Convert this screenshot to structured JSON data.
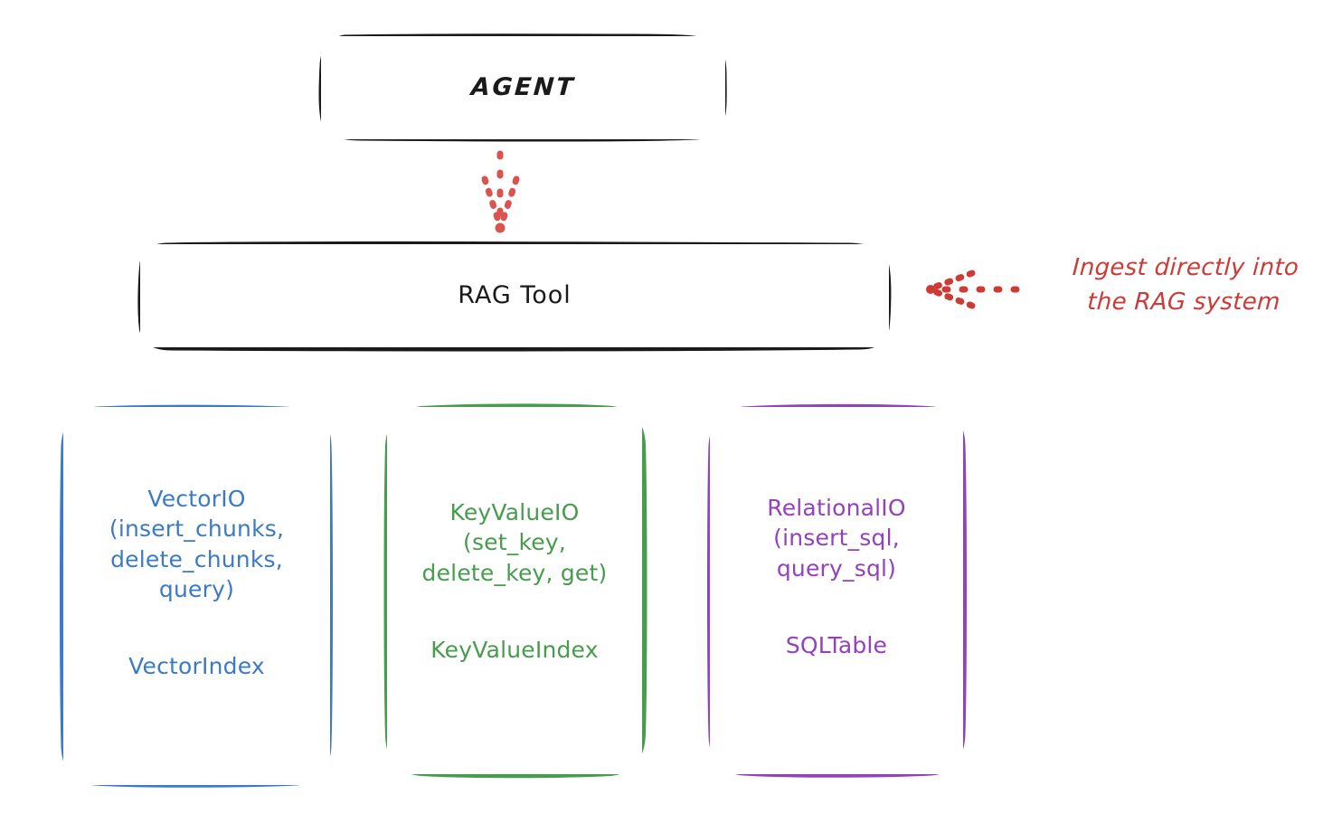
{
  "diagram": {
    "title_node": {
      "label": "AGENT"
    },
    "tool_node": {
      "label": "RAG Tool"
    },
    "annotation": {
      "text": "Ingest directly into\nthe RAG system",
      "color": "#cc3b36",
      "arrow": "dotted-arrow-left-icon"
    },
    "connector": {
      "from": "AGENT",
      "to": "RAG Tool",
      "style": "dotted",
      "color": "#d9534f",
      "icon": "dotted-arrow-down-icon"
    },
    "providers": [
      {
        "id": "vector",
        "color": "#3a7bc4",
        "io": "VectorIO\n(insert_chunks,\ndelete_chunks,\nquery)",
        "index": "VectorIndex"
      },
      {
        "id": "keyvalue",
        "color": "#479c4d",
        "io": "KeyValueIO\n(set_key,\ndelete_key, get)",
        "index": "KeyValueIndex"
      },
      {
        "id": "relational",
        "color": "#9441bd",
        "io": "RelationalIO\n(insert_sql,\nquery_sql)",
        "index": "SQLTable"
      }
    ]
  },
  "colors": {
    "ink": "#1a1a1a",
    "red": "#cc3b36",
    "blue": "#3a7bc4",
    "green": "#479c4d",
    "purple": "#9441bd",
    "background": "#ffffff"
  }
}
